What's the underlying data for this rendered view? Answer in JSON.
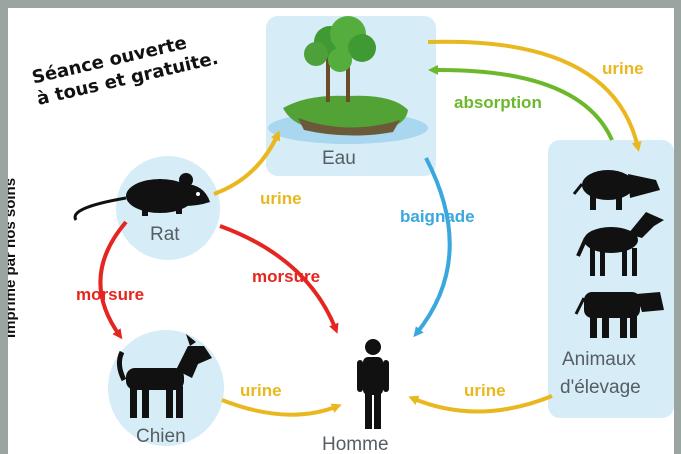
{
  "annotations": {
    "note_line1": "Séance ouverte",
    "note_line2": "à tous et gratuite.",
    "side_note": "Imprimé par nos soins"
  },
  "nodes": {
    "eau": "Eau",
    "rat": "Rat",
    "chien": "Chien",
    "homme": "Homme",
    "animaux_line1": "Animaux",
    "animaux_line2": "d'élevage"
  },
  "edges": {
    "rat_eau": "urine",
    "eau_animaux": "urine",
    "animaux_eau": "absorption",
    "eau_homme": "baignade",
    "rat_chien": "morsure",
    "rat_homme": "morsure",
    "chien_homme": "urine",
    "animaux_homme": "urine"
  },
  "colors": {
    "urine": "#e9b820",
    "absorption": "#6cb82c",
    "baignade": "#3aa7dd",
    "morsure": "#e52620",
    "node_fill": "#d6ecf6"
  }
}
